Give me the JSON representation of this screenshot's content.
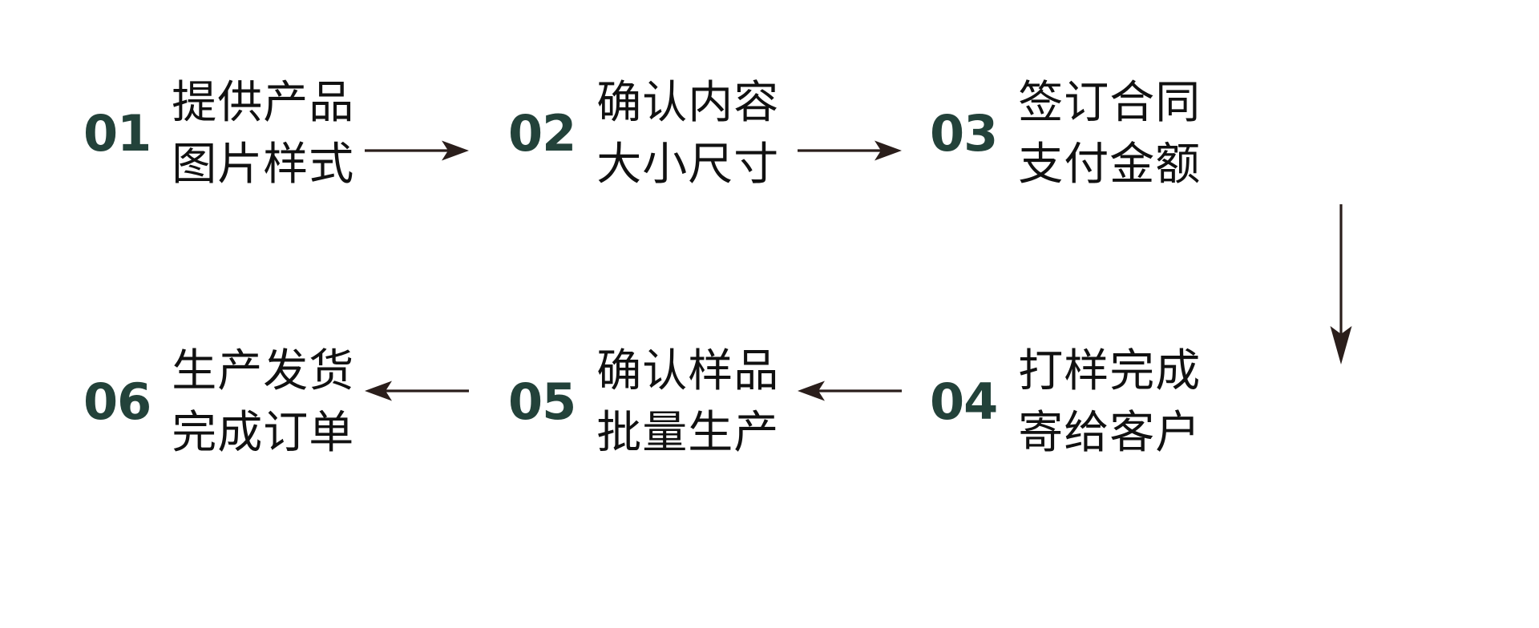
{
  "diagram": {
    "type": "process-flow",
    "title": "",
    "accent_color": "#23423A",
    "text_color": "#111111",
    "arrow_color": "#2A1E1B",
    "background": "#ffffff",
    "steps": [
      {
        "number": "01",
        "line1": "提供产品",
        "line2": "图片样式"
      },
      {
        "number": "02",
        "line1": "确认内容",
        "line2": "大小尺寸"
      },
      {
        "number": "03",
        "line1": "签订合同",
        "line2": "支付金额"
      },
      {
        "number": "04",
        "line1": "打样完成",
        "line2": "寄给客户"
      },
      {
        "number": "05",
        "line1": "确认样品",
        "line2": "批量生产"
      },
      {
        "number": "06",
        "line1": "生产发货",
        "line2": "完成订单"
      }
    ],
    "connectors": [
      {
        "name": "arrow-01-to-02",
        "direction": "right"
      },
      {
        "name": "arrow-02-to-03",
        "direction": "right"
      },
      {
        "name": "arrow-03-to-04",
        "direction": "down"
      },
      {
        "name": "arrow-04-to-05",
        "direction": "left"
      },
      {
        "name": "arrow-05-to-06",
        "direction": "left"
      }
    ]
  }
}
